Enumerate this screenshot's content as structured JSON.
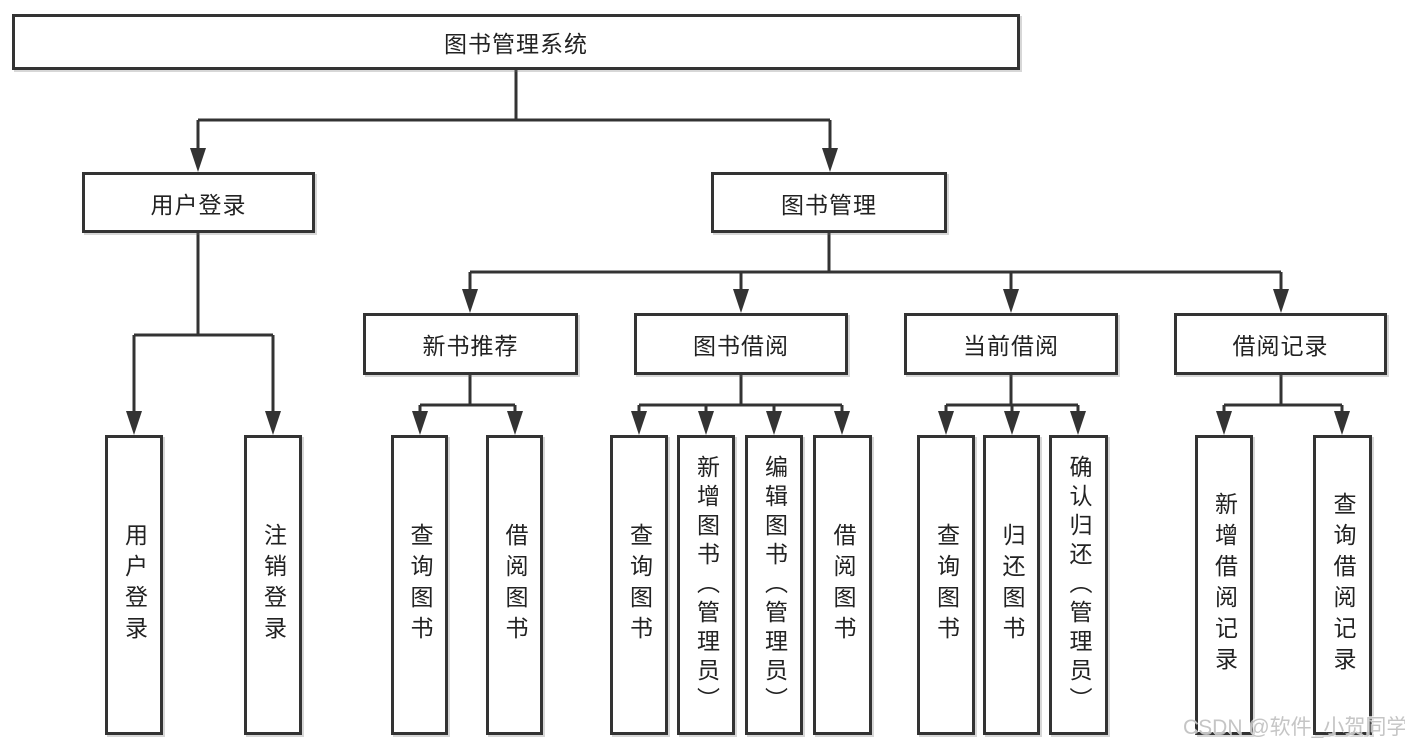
{
  "diagram": {
    "title": "图书管理系统",
    "root": {
      "label": "图书管理系统"
    },
    "branches": [
      {
        "label": "用户登录",
        "children": [
          "用户登录",
          "注销登录"
        ]
      },
      {
        "label": "图书管理",
        "children": [
          {
            "label": "新书推荐",
            "children": [
              "查询图书",
              "借阅图书"
            ]
          },
          {
            "label": "图书借阅",
            "children": [
              "查询图书",
              "新增图书（管理员）",
              "编辑图书（管理员）",
              "借阅图书"
            ]
          },
          {
            "label": "当前借阅",
            "children": [
              "查询图书",
              "归还图书",
              "确认归还（管理员）"
            ]
          },
          {
            "label": "借阅记录",
            "children": [
              "新增借阅记录",
              "查询借阅记录"
            ]
          }
        ]
      }
    ]
  },
  "watermark": {
    "text": "CSDN @软件_小贺同学"
  },
  "colors": {
    "line": "#333333",
    "box_border": "#333333",
    "text": "#222222",
    "background": "#ffffff",
    "watermark": "#c5c5c5"
  }
}
